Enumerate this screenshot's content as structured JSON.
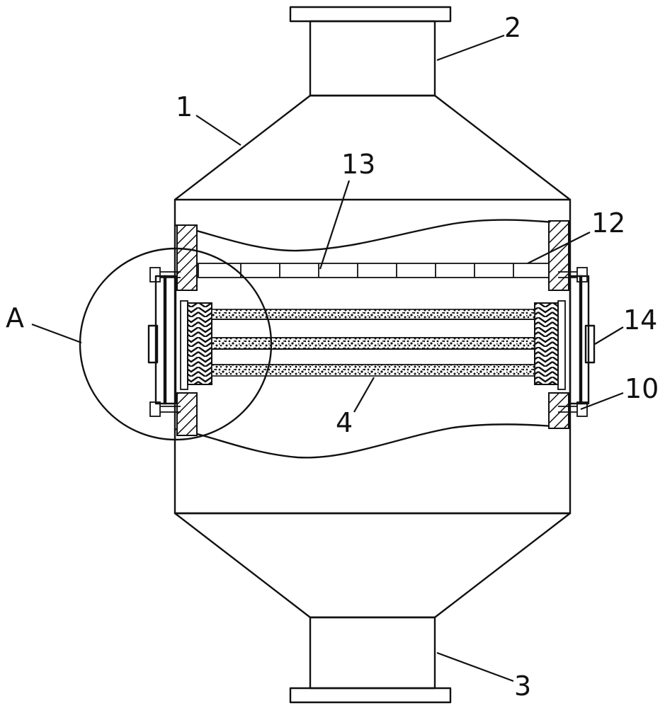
{
  "diagram": {
    "labels": {
      "body": "1",
      "inlet": "2",
      "outlet": "3",
      "filter": "4",
      "bolt": "10",
      "plate": "12",
      "holes": "13",
      "handle": "14",
      "detail": "A"
    }
  }
}
